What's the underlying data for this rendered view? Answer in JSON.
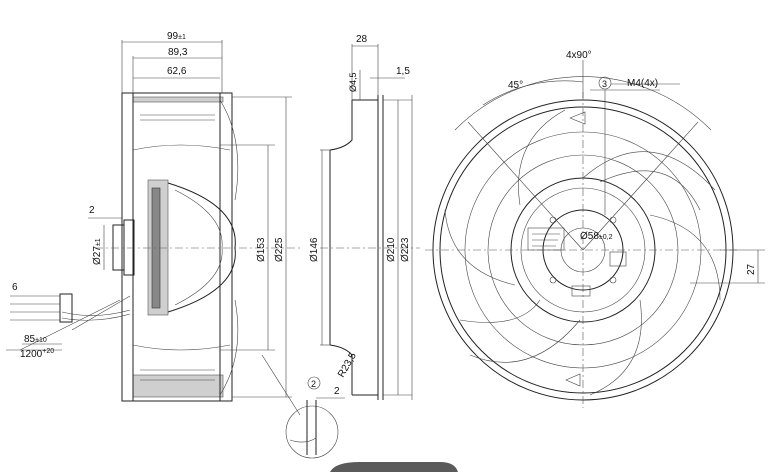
{
  "dimensions": {
    "overall_depth": "99",
    "overall_depth_tol": "±1",
    "width_89": "89,3",
    "width_62": "62,6",
    "offset_2": "2",
    "hub_dia": "Ø27",
    "hub_dia_tol": "±1",
    "wire_6": "6",
    "wire_85": "85",
    "wire_85_tol": "±10",
    "wire_1200": "1200",
    "wire_1200_tol": "+20",
    "dia_153": "Ø153",
    "dia_225": "Ø225",
    "inlet_28": "28",
    "inlet_hole": "Ø4,5",
    "inlet_15": "1,5",
    "dia_146": "Ø146",
    "dia_210": "Ø210",
    "dia_223": "Ø223",
    "radius": "R23,5",
    "detail_2": "2",
    "detail_circle": "2",
    "angle_4x90": "4x90°",
    "angle_45": "45°",
    "callout_3": "3",
    "thread": "M4(4x)",
    "bore": "Ø58",
    "bore_tol": "±0,2",
    "offset_27": "27"
  }
}
